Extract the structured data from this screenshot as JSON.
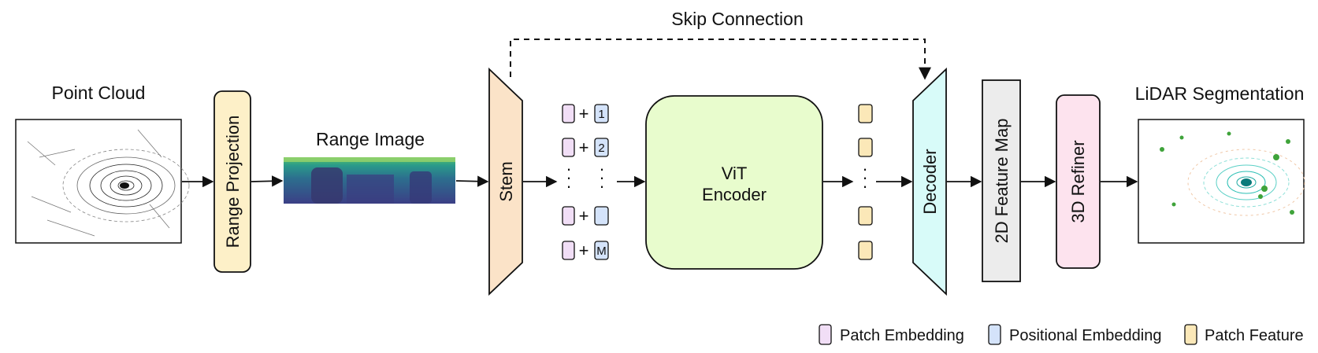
{
  "title": "Skip Connection",
  "inputs": {
    "point_cloud_label": "Point Cloud",
    "range_image_label": "Range Image",
    "output_label": "LiDAR Segmentation"
  },
  "blocks": {
    "range_projection": "Range Projection",
    "stem": "Stem",
    "vit_line1": "ViT",
    "vit_line2": "Encoder",
    "decoder": "Decoder",
    "feature_map": "2D Feature Map",
    "refiner": "3D Refiner"
  },
  "tokens": {
    "plus": "+",
    "dots": "·",
    "pos_labels": [
      "1",
      "2",
      "",
      "M"
    ]
  },
  "legend": [
    {
      "label": "Patch Embedding",
      "color": "#f1def6"
    },
    {
      "label": "Positional Embedding",
      "color": "#d4e3fa"
    },
    {
      "label": "Patch Feature",
      "color": "#fbe8b8"
    }
  ],
  "colors": {
    "range_projection": "#fdf0c8",
    "stem": "#fbe3c8",
    "vit": "#e8fccd",
    "decoder": "#d8fbf9",
    "feature_map": "#ececec",
    "refiner": "#fde3ee"
  }
}
